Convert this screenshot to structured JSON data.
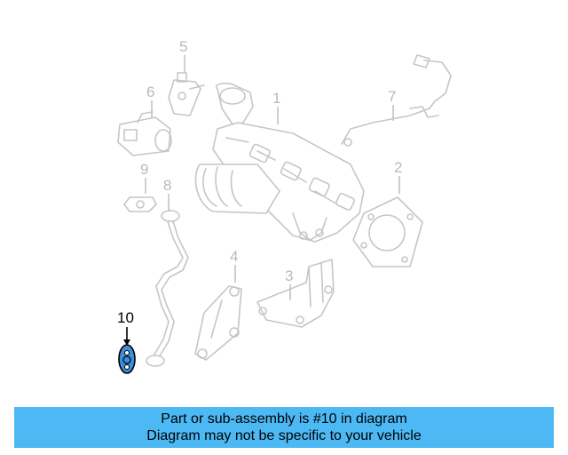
{
  "diagram": {
    "callouts": {
      "c1": "1",
      "c2": "2",
      "c3": "3",
      "c4": "4",
      "c5": "5",
      "c6": "6",
      "c7": "7",
      "c8": "8",
      "c9": "9",
      "c10": "10"
    },
    "highlighted_part": "10",
    "highlight_color": "#3b8fd9",
    "part_line_color": "#c4c6c9"
  },
  "banner": {
    "line1": "Part or sub-assembly is #10 in diagram",
    "line2": "Diagram may not be specific to your vehicle",
    "background": "#4cb9f5"
  }
}
